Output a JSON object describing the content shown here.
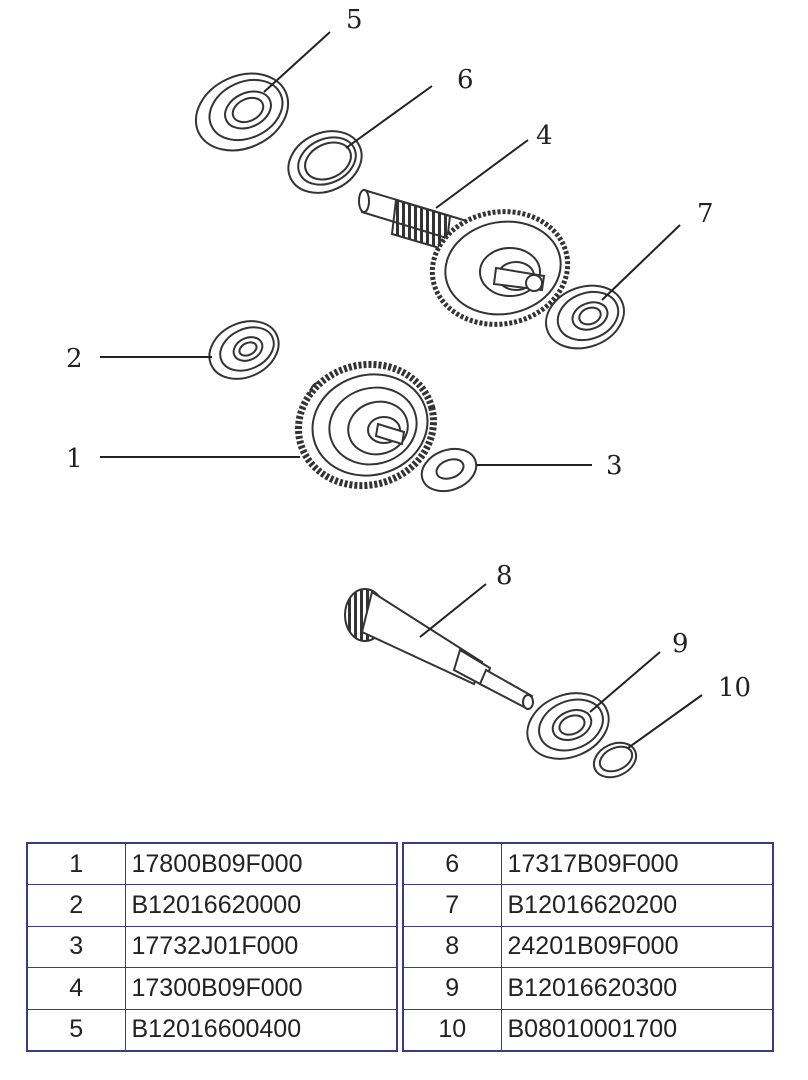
{
  "callouts": [
    "1",
    "2",
    "3",
    "4",
    "5",
    "6",
    "7",
    "8",
    "9",
    "10"
  ],
  "parts": [
    {
      "no": "1",
      "part_number": "17800B09F000"
    },
    {
      "no": "2",
      "part_number": "B12016620000"
    },
    {
      "no": "3",
      "part_number": "17732J01F000"
    },
    {
      "no": "4",
      "part_number": "17300B09F000"
    },
    {
      "no": "5",
      "part_number": "B12016600400"
    },
    {
      "no": "6",
      "part_number": "17317B09F000"
    },
    {
      "no": "7",
      "part_number": "B12016620200"
    },
    {
      "no": "8",
      "part_number": "24201B09F000"
    },
    {
      "no": "9",
      "part_number": "B12016620300"
    },
    {
      "no": "10",
      "part_number": "B08010001700"
    }
  ]
}
